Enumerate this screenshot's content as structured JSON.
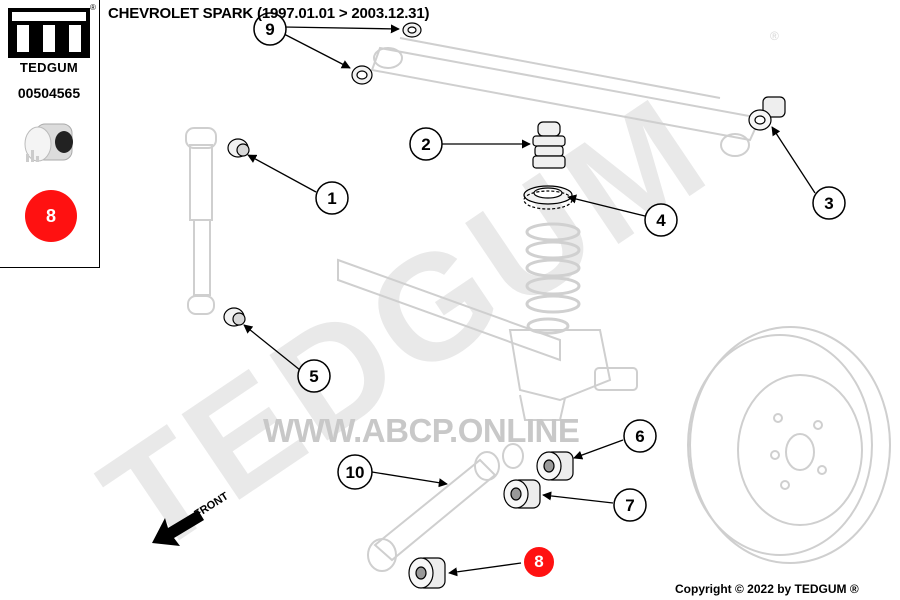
{
  "header": {
    "title": "CHEVROLET SPARK (1997.01.01 > 2003.12.31)"
  },
  "side_panel": {
    "brand": "TEDGUM",
    "registered_mark": "®",
    "part_number": "00504565",
    "selected_badge": "8",
    "colors": {
      "badge": "#ff1111"
    }
  },
  "watermark": {
    "brand_text": "TEDGUM",
    "url": "WWW.ABCP.ONLINE"
  },
  "diagram": {
    "front_label": "FRONT",
    "callouts": [
      {
        "id": "1",
        "label": "1"
      },
      {
        "id": "2",
        "label": "2"
      },
      {
        "id": "3",
        "label": "3"
      },
      {
        "id": "4",
        "label": "4"
      },
      {
        "id": "5",
        "label": "5"
      },
      {
        "id": "6",
        "label": "6"
      },
      {
        "id": "7",
        "label": "7"
      },
      {
        "id": "8",
        "label": "8",
        "highlighted": true
      },
      {
        "id": "9",
        "label": "9"
      },
      {
        "id": "10",
        "label": "10"
      }
    ]
  },
  "footer": {
    "copyright": "Copyright © 2022 by TEDGUM ®"
  }
}
